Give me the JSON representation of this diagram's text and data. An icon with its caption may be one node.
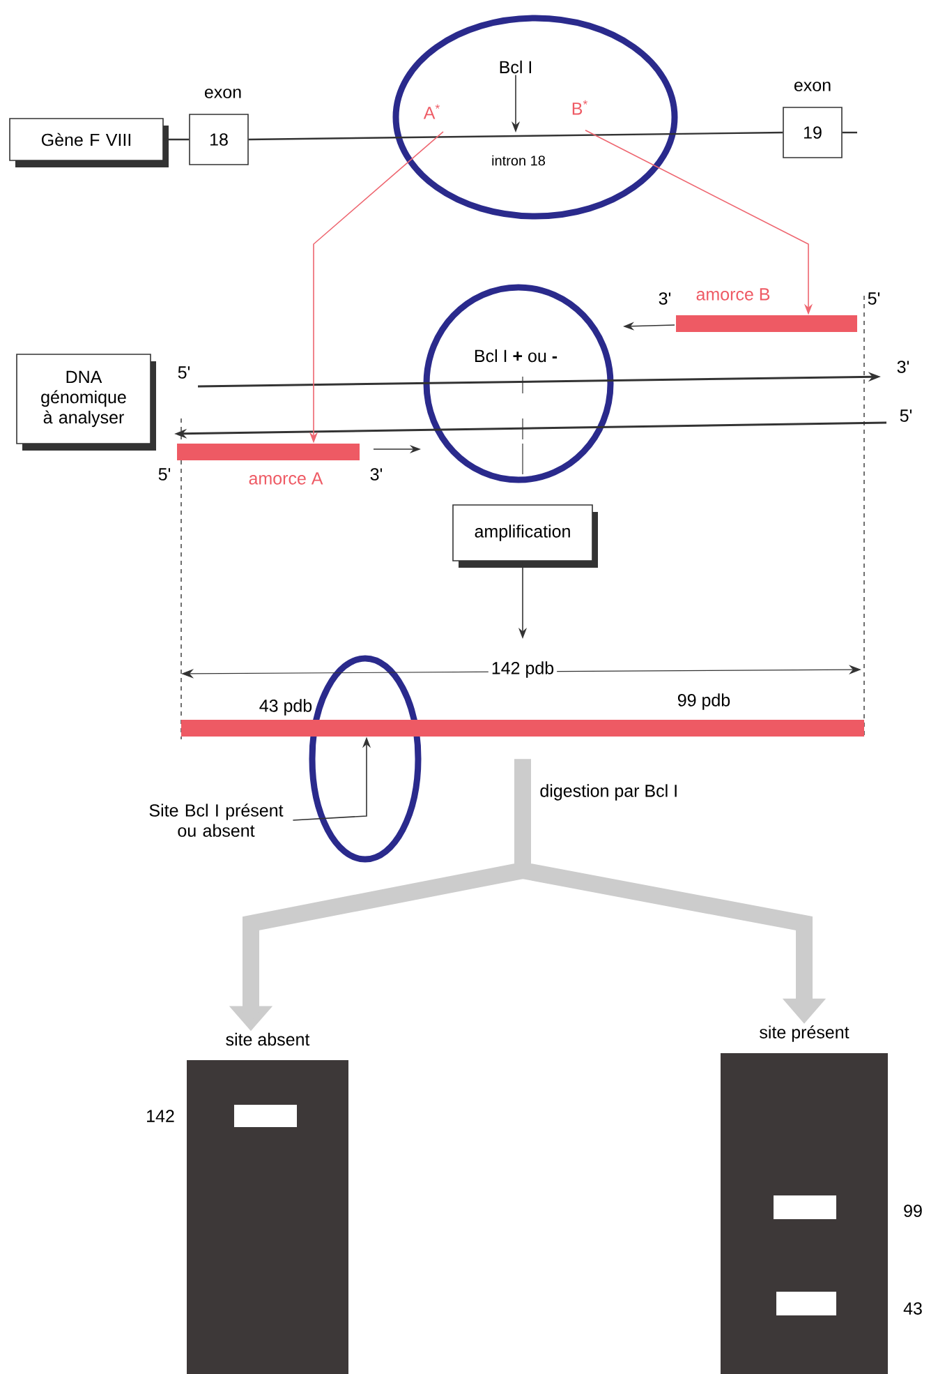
{
  "diagram": {
    "nodes": [
      {
        "text": [
          "Gène F VIII"
        ]
      },
      {
        "text": [
          "18"
        ],
        "beside": [
          "exon"
        ]
      },
      {
        "text": [
          "19"
        ],
        "beside": [
          "exon"
        ]
      },
      {
        "text": [
          "A$^{*}$"
        ]
      },
      {
        "text": [
          "B$^{*}$"
        ]
      },
      {
        "text": [
          "Bcl I"
        ]
      },
      {
        "text": [
          "DNA génomique à analyser"
        ]
      },
      {
        "text": [
          "amorce A"
        ]
      },
      {
        "text": [
          "amorce B"
        ]
      },
      {
        "text": [
          "amplification"
        ]
      },
      {
        "text": [],
        "shape": "bar",
        "beside": [
          "43 pdb",
          "99 pdb"
        ]
      },
      {
        "text": [
          "Site Bcl I présent ou absent"
        ]
      },
      {
        "text": [
          "site absent"
        ],
        "beside": [
          "142"
        ]
      },
      {
        "text": [
          "site présent"
        ],
        "beside": [
          "99",
          "43"
        ]
      }
    ],
    "edges": [
      {
        "from": 0,
        "to": 1,
        "arrow": "none"
      },
      {
        "from": 1,
        "to": 2,
        "arrow": "none"
      },
      {
        "from": 2,
        "to": null,
        "arrow": "none"
      },
      {
        "from": 5,
        "to": null,
        "arrow": "to"
      },
      {
        "from": 3,
        "to": 7,
        "arrow": "to",
        "color": "#ee6670"
      },
      {
        "from": 4,
        "to": 8,
        "arrow": "to",
        "color": "#ee6670"
      },
      {
        "from": 9,
        "to": null,
        "arrow": "to"
      },
      {
        "from": 11,
        "to": 10,
        "arrow": "to"
      },
      {
        "from": 10,
        "to": 12,
        "arrow": "to",
        "style": "thick",
        "color": "#cccccc"
      },
      {
        "from": 10,
        "to": 13,
        "arrow": "to",
        "style": "thick",
        "color": "#cccccc"
      }
    ],
    "labels": [
      "intron 18",
      "3'",
      "5'",
      "Bcl I **+** ou **-**",
      "5'",
      "3'",
      "5'",
      "5'",
      "3'",
      "142 pdb",
      "digestion par Bcl I"
    ]
  }
}
